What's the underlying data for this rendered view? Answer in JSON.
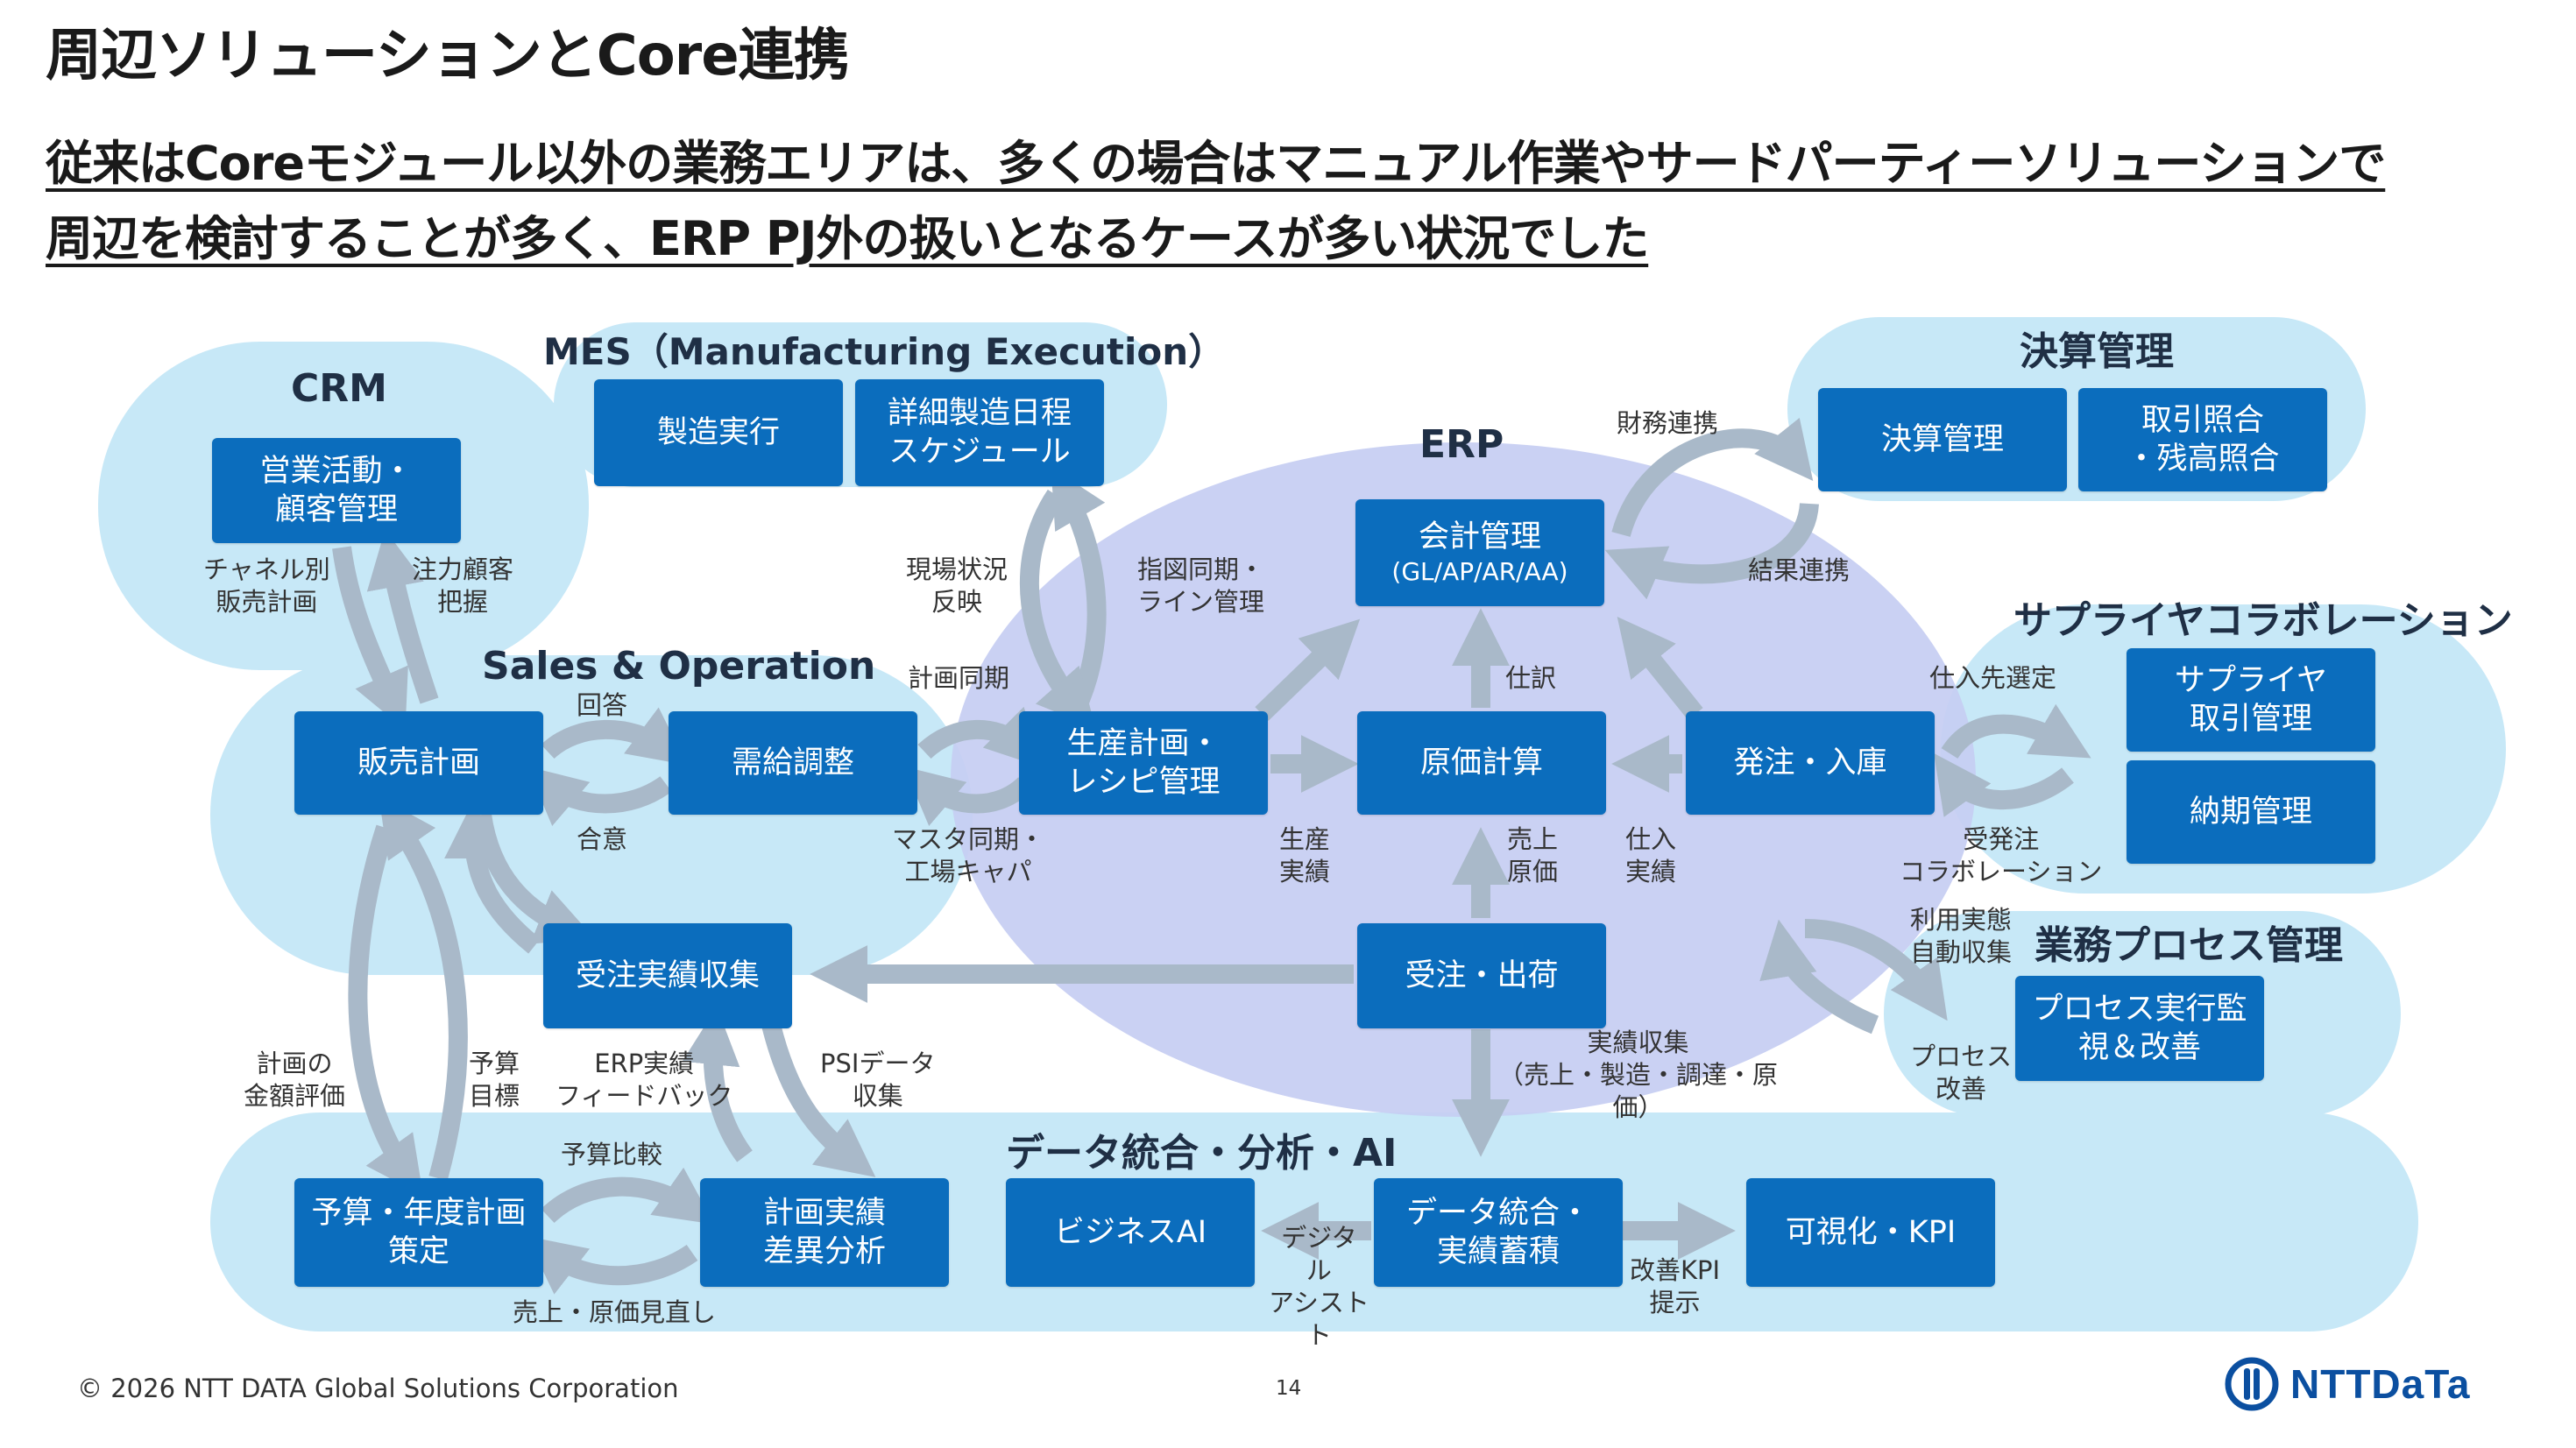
{
  "header": {
    "title": "周辺ソリューションとCore連携",
    "subtitle_line1": "従来はCoreモジュール以外の業務エリアは、多くの場合はマニュアル作業やサードパーティーソリューションで",
    "subtitle_line2": "周辺を検討することが多く、ERP PJ外の扱いとなるケースが多い状況でした"
  },
  "groups": {
    "crm": "CRM",
    "mes": "MES（Manufacturing Execution）",
    "erp": "ERP",
    "kessan": "決算管理",
    "sop": "Sales & Operation",
    "supplier": "サプライヤコラボレーション",
    "bpm": "業務プロセス管理",
    "data": "データ統合・分析・AI"
  },
  "boxes": {
    "crm_sales": [
      "営業活動・",
      "顧客管理"
    ],
    "mes_seizo": [
      "製造実行"
    ],
    "mes_schedule": [
      "詳細製造日程",
      "スケジュール"
    ],
    "kaikei": [
      "会計管理",
      "(GL/AP/AR/AA)"
    ],
    "kessan": [
      "決算管理"
    ],
    "torihiki": [
      "取引照合",
      "・残高照合"
    ],
    "hanbai": [
      "販売計画"
    ],
    "jukyu": [
      "需給調整"
    ],
    "seisan": [
      "生産計画・",
      "レシピ管理"
    ],
    "genka": [
      "原価計算"
    ],
    "hatchu": [
      "発注・入庫"
    ],
    "supplier_torihiki": [
      "サプライヤ",
      "取引管理"
    ],
    "nouki": [
      "納期管理"
    ],
    "juchu_shuushuu": [
      "受注実績収集"
    ],
    "juchu_shukka": [
      "受注・出荷"
    ],
    "process": [
      "プロセス実行監",
      "視＆改善"
    ],
    "yosan": [
      "予算・年度計画",
      "策定"
    ],
    "keikaku_jisseki": [
      "計画実績",
      "差異分析"
    ],
    "bizai": [
      "ビジネスAI"
    ],
    "data_togo": [
      "データ統合・",
      "実績蓄積"
    ],
    "kashika": [
      "可視化・KPI"
    ]
  },
  "labels": {
    "channel": [
      "チャネル別",
      "販売計画"
    ],
    "chuuryoku": [
      "注力顧客",
      "把握"
    ],
    "genba": [
      "現場状況",
      "反映"
    ],
    "shizu": [
      "指図同期・",
      "ライン管理"
    ],
    "zaimu": [
      "財務連携"
    ],
    "kekka": [
      "結果連携"
    ],
    "kaitou": [
      "回答"
    ],
    "goui": [
      "合意"
    ],
    "keikaku_douki": [
      "計画同期"
    ],
    "master": [
      "マスタ同期・",
      "工場キャパ"
    ],
    "shiwake": [
      "仕訳"
    ],
    "shiiresaki": [
      "仕入先選定"
    ],
    "juhatchu": [
      "受発注",
      "コラボレーション"
    ],
    "seisan_jisseki": [
      "生産",
      "実績"
    ],
    "uriage_genka": [
      "売上",
      "原価"
    ],
    "shiire_jisseki": [
      "仕入",
      "実績"
    ],
    "riyou": [
      "利用実態",
      "自動収集"
    ],
    "process_kaizen": [
      "プロセス",
      "改善"
    ],
    "kingaku": [
      "計画の",
      "金額評価"
    ],
    "yosan_mokuhyo": [
      "予算",
      "目標"
    ],
    "erp_fb": [
      "ERP実績",
      "フィードバック"
    ],
    "psi": [
      "PSIデータ",
      "収集"
    ],
    "jisseki_shuushuu": [
      "実績収集",
      "（売上・製造・調達・原",
      "価）"
    ],
    "yosan_hikaku": [
      "予算比較"
    ],
    "uriage_minaoshi": [
      "売上・原価見直し"
    ],
    "digital": [
      "デジタ",
      "ル",
      "アシスト",
      "ト"
    ],
    "kaizen_kpi": [
      "改善KPI",
      "提示"
    ]
  },
  "footer": {
    "copyright": "© 2026 NTT DATA Global Solutions Corporation",
    "page": "14",
    "logo": "NTTDaTa"
  },
  "colors": {
    "box": "#0b6dbd",
    "light_region": "#c7e8f7",
    "erp_region": "#c5cdf2",
    "arrow": "#a9b9c9"
  }
}
